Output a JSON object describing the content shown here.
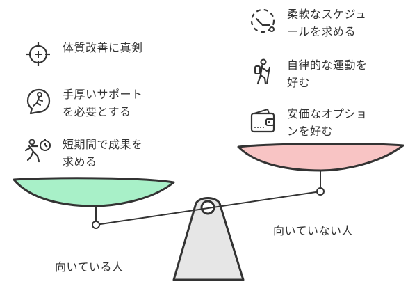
{
  "left_group": {
    "label": "向いている人",
    "color": "#a8f0c8",
    "items": [
      {
        "icon": "target-improve-icon",
        "lines": [
          "体質改善に真剣"
        ]
      },
      {
        "icon": "supported-person-icon",
        "lines": [
          "手厚いサポート",
          "を必要とする"
        ]
      },
      {
        "icon": "running-timer-icon",
        "lines": [
          "短期間で成果を",
          "求める"
        ]
      }
    ]
  },
  "right_group": {
    "label": "向いていない人",
    "color": "#f8c4c4",
    "items": [
      {
        "icon": "clock-dashed-icon",
        "lines": [
          "柔軟なスケジュ",
          "ールを求める"
        ]
      },
      {
        "icon": "hiker-icon",
        "lines": [
          "自律的な運動を",
          "好む"
        ]
      },
      {
        "icon": "wallet-icon",
        "lines": [
          "安価なオプショ",
          "ンを好む"
        ]
      }
    ]
  }
}
